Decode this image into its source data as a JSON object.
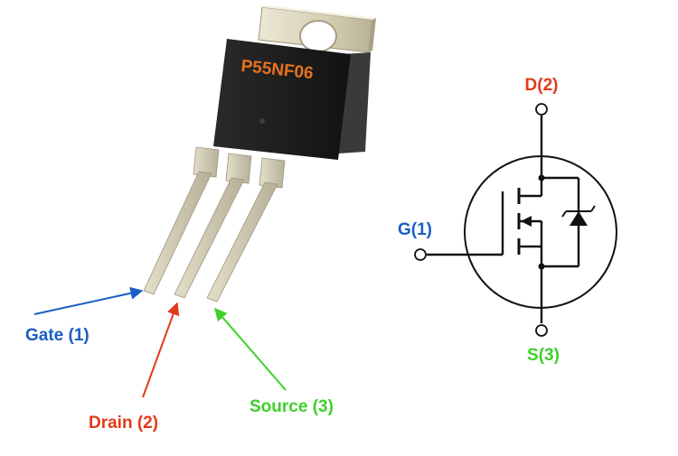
{
  "part_number": "P55NF06",
  "colors": {
    "gate": "#1a5fc4",
    "drain": "#e23a1a",
    "source": "#3fcf2a",
    "part_label": "#e8721e",
    "body": "#1b1b1b",
    "tab": "#d8d2b8",
    "leads": "#cfcab3",
    "schematic": "#111111"
  },
  "package": {
    "labels": {
      "gate": "Gate (1)",
      "drain": "Drain (2)",
      "source": "Source (3)"
    }
  },
  "schematic": {
    "labels": {
      "drain": "D(2)",
      "gate": "G(1)",
      "source": "S(3)"
    }
  }
}
